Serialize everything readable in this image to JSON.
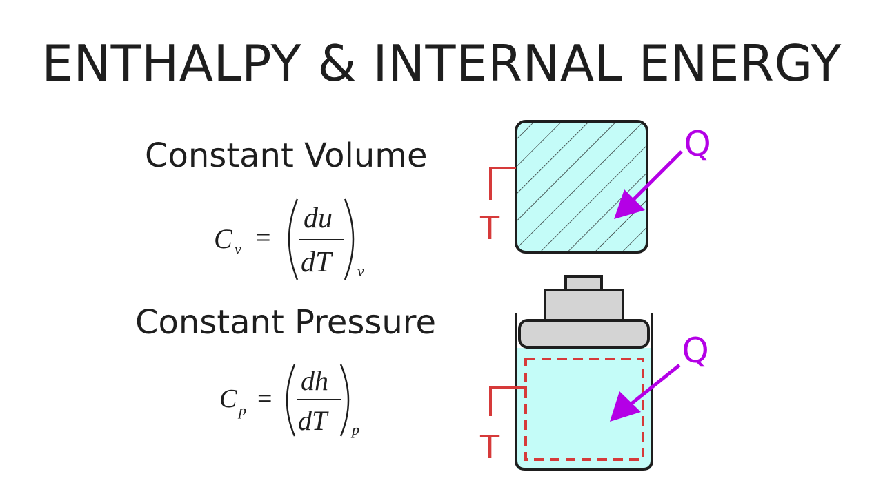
{
  "title": "ENTHALPY & INTERNAL ENERGY",
  "constant_volume": {
    "heading": "Constant Volume",
    "formula": {
      "lhs": "C",
      "lhs_sub": "v",
      "equals": "=",
      "numerator": "du",
      "denominator": "dT",
      "outer_sub": "v"
    }
  },
  "constant_pressure": {
    "heading": "Constant Pressure",
    "formula": {
      "lhs": "C",
      "lhs_sub": "p",
      "equals": "=",
      "numerator": "dh",
      "denominator": "dT",
      "outer_sub": "p"
    }
  },
  "diagram": {
    "rigid_tank": {
      "heat_label": "Q",
      "temp_label": "T"
    },
    "piston_cylinder": {
      "heat_label": "Q",
      "temp_label": "T"
    }
  },
  "colors": {
    "fluid": "#c4fcf8",
    "outline": "#1e1e1e",
    "heat_arrow": "#b400e6",
    "thermometer": "#d63a3a",
    "piston": "#d4d4d4"
  }
}
